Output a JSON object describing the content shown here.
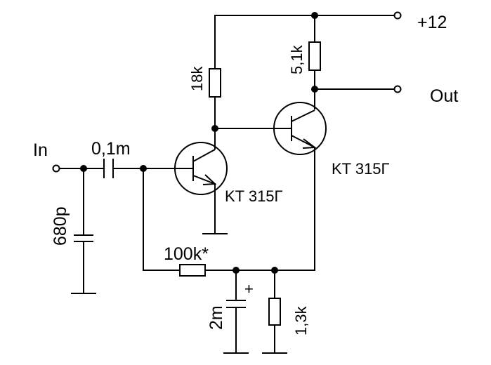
{
  "labels": {
    "supply": "+12",
    "output": "Out",
    "input": "In",
    "c_in": "0,1m",
    "c_shunt": "680p",
    "r_collector1": "18k",
    "r_collector2": "5,1k",
    "r_feedback": "100k*",
    "c_electrolytic": "2m",
    "c_plus": "+",
    "r_emitter": "1,3k",
    "transistor1": "KT 315Г",
    "transistor2": "KT 315Г"
  }
}
